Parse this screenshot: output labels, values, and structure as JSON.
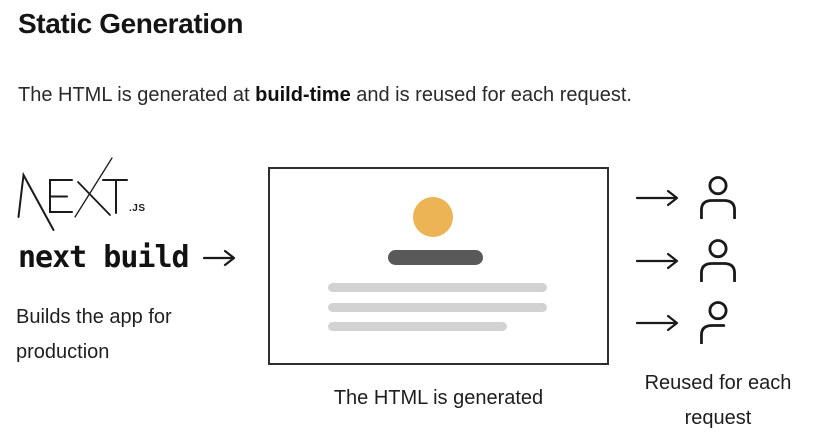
{
  "colors": {
    "ink": "#1A1A1A",
    "accent_orange": "#ECB454",
    "dark_bar": "#595959",
    "light_bar": "#D2D2D2",
    "box_border": "#2E2E2E"
  },
  "header": {
    "title": "Static Generation",
    "subtitle": {
      "prefix": "The HTML is generated at ",
      "bold": "build-time",
      "suffix": " and is reused for each request."
    }
  },
  "build_side": {
    "logo": {
      "wordmark": "NEXT",
      "suffix": ".JS"
    },
    "command": "next build",
    "arrow_icon": "→",
    "description_lines": [
      "Builds the app for",
      "production"
    ]
  },
  "page_preview": {
    "skeleton_elements": [
      "avatar-circle",
      "heading-bar",
      "text-line",
      "text-line",
      "text-line"
    ],
    "caption": "The HTML is generated"
  },
  "requests": {
    "count": 3,
    "arrow_icon": "→",
    "user_icon": "person-outline",
    "caption_lines": [
      "Reused for each",
      "request"
    ]
  }
}
